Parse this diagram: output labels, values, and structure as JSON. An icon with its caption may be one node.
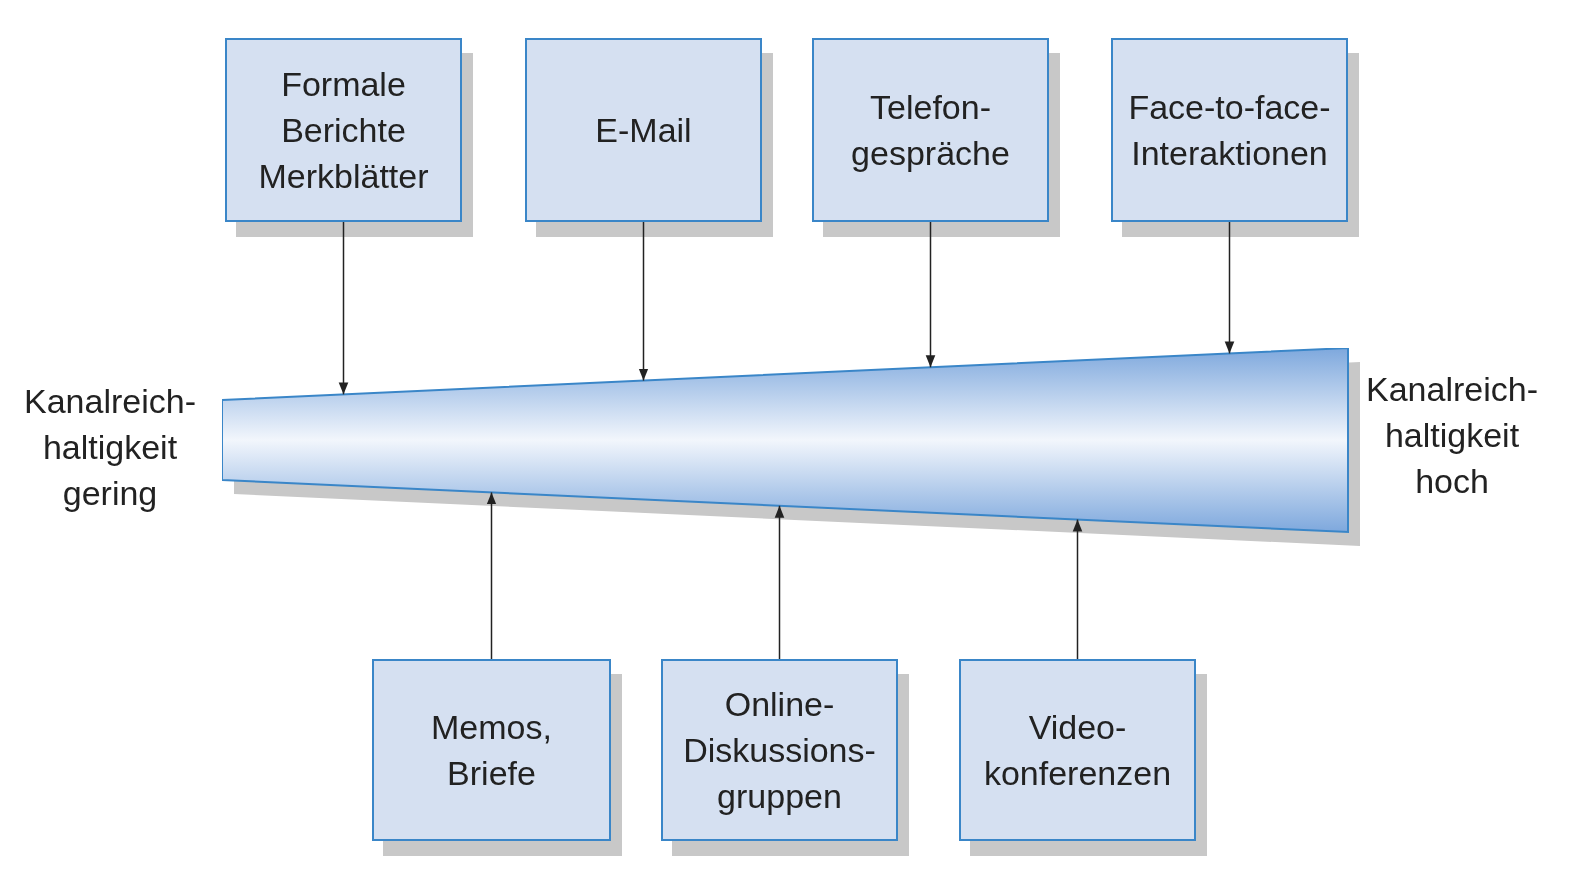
{
  "diagram": {
    "nodes": [
      {
        "text": [
          "Formale Berichte Merkblätter"
        ]
      },
      {
        "text": [
          "E-Mail"
        ]
      },
      {
        "text": [
          "Telefon- gespräche"
        ]
      },
      {
        "text": [
          "Face-to-face- Interaktionen"
        ]
      },
      {
        "text": [],
        "shape": "wedge",
        "beside": [
          "Kanalreich- haltigkeit gering",
          "Kanalreich- haltigkeit hoch"
        ]
      },
      {
        "text": [
          "Memos, Briefe"
        ]
      },
      {
        "text": [
          "Online- Diskussions- gruppen"
        ]
      },
      {
        "text": [
          "Video- konferenzen"
        ]
      }
    ],
    "edges": [
      {
        "from": 0,
        "to": 4,
        "arrow": "to"
      },
      {
        "from": 1,
        "to": 4,
        "arrow": "to"
      },
      {
        "from": 2,
        "to": 4,
        "arrow": "to"
      },
      {
        "from": 3,
        "to": 4,
        "arrow": "to"
      },
      {
        "from": 5,
        "to": 4,
        "arrow": "to"
      },
      {
        "from": 6,
        "to": 4,
        "arrow": "to"
      },
      {
        "from": 7,
        "to": 4,
        "arrow": "to"
      }
    ]
  }
}
